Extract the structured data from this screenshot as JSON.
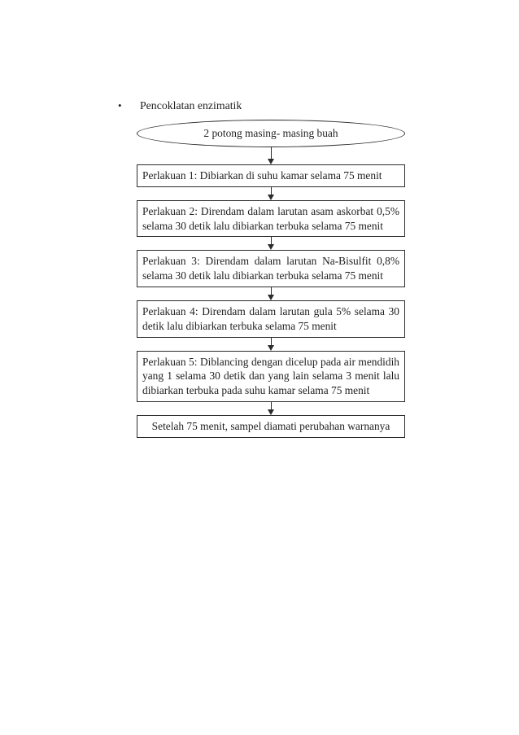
{
  "page": {
    "background_color": "#ffffff",
    "ink_color": "#1f1f1f",
    "line_color": "#2b2b2b"
  },
  "bullet": {
    "marker": "•",
    "label": "Pencoklatan enzimatik"
  },
  "flowchart": {
    "nodes": [
      {
        "id": "start",
        "shape": "ellipse",
        "text": "2 potong masing- masing buah"
      },
      {
        "id": "perlakuan-1",
        "shape": "rect",
        "text": "Perlakuan 1: Dibiarkan di suhu kamar selama 75 menit"
      },
      {
        "id": "perlakuan-2",
        "shape": "rect",
        "text": "Perlakuan 2: Direndam dalam larutan asam askorbat 0,5% selama 30 detik lalu dibiarkan terbuka selama 75 menit"
      },
      {
        "id": "perlakuan-3",
        "shape": "rect",
        "text": "Perlakuan 3: Direndam dalam larutan Na-Bisulfit 0,8% selama 30 detik lalu dibiarkan terbuka selama 75 menit"
      },
      {
        "id": "perlakuan-4",
        "shape": "rect",
        "text": "Perlakuan 4: Direndam dalam larutan gula 5% selama 30 detik lalu dibiarkan terbuka selama 75 menit"
      },
      {
        "id": "perlakuan-5",
        "shape": "rect",
        "text": "Perlakuan 5: Diblancing dengan dicelup pada air mendidih yang 1 selama 30 detik dan yang lain selama 3 menit lalu dibiarkan terbuka pada suhu kamar selama 75 menit"
      },
      {
        "id": "result",
        "shape": "rect",
        "text": "Setelah 75 menit, sampel diamati perubahan warnanya"
      }
    ]
  }
}
